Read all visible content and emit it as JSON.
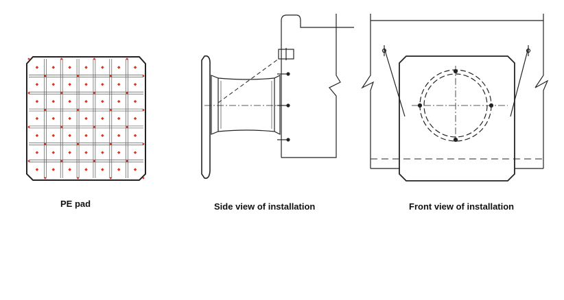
{
  "captions": {
    "pe_pad": "PE pad",
    "side_view": "Side view of installation",
    "front_view": "Front view of installation"
  },
  "colors": {
    "line": "#222222",
    "dot": "#e0301e",
    "grid": "#555555"
  }
}
